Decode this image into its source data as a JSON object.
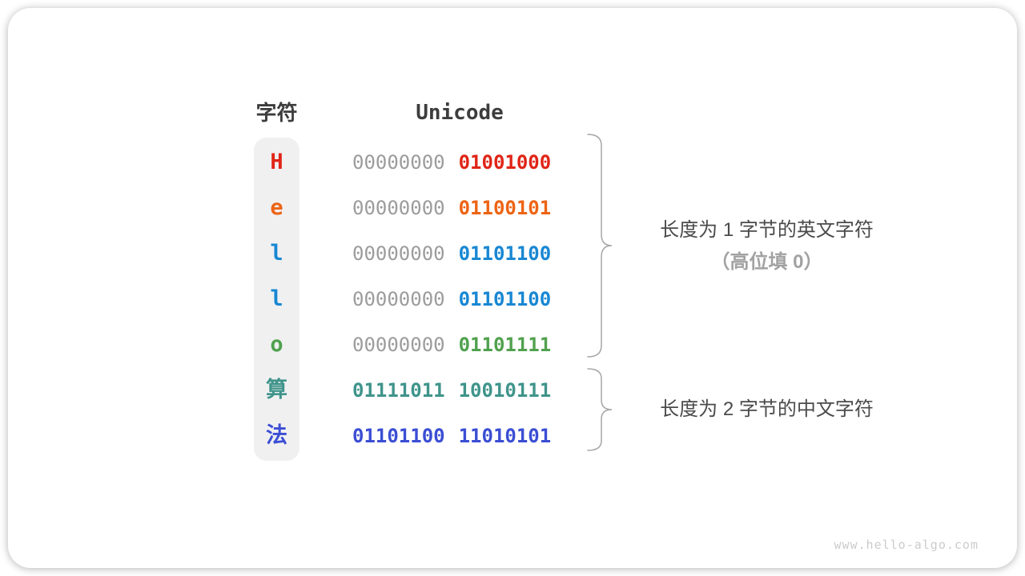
{
  "headers": {
    "char": "字符",
    "unicode": "Unicode"
  },
  "rows": [
    {
      "char": "H",
      "color": "#e02517",
      "byte1": "00000000",
      "byte1_color": "#9c9c9c",
      "byte2": "01001000",
      "byte2_color": "#e02517"
    },
    {
      "char": "e",
      "color": "#ed6414",
      "byte1": "00000000",
      "byte1_color": "#9c9c9c",
      "byte2": "01100101",
      "byte2_color": "#ed6414"
    },
    {
      "char": "l",
      "color": "#1887d3",
      "byte1": "00000000",
      "byte1_color": "#9c9c9c",
      "byte2": "01101100",
      "byte2_color": "#1887d3"
    },
    {
      "char": "l",
      "color": "#1887d3",
      "byte1": "00000000",
      "byte1_color": "#9c9c9c",
      "byte2": "01101100",
      "byte2_color": "#1887d3"
    },
    {
      "char": "o",
      "color": "#50a14e",
      "byte1": "00000000",
      "byte1_color": "#9c9c9c",
      "byte2": "01101111",
      "byte2_color": "#50a14e"
    },
    {
      "char": "算",
      "color": "#3f948b",
      "byte1": "01111011",
      "byte1_color": "#3f948b",
      "byte2": "10010111",
      "byte2_color": "#3f948b"
    },
    {
      "char": "法",
      "color": "#3b4ed4",
      "byte1": "01101100",
      "byte1_color": "#3b4ed4",
      "byte2": "11010101",
      "byte2_color": "#3b4ed4"
    }
  ],
  "annotations": {
    "group1_line1": "长度为 1 字节的英文字符",
    "group1_line2": "（高位填 0）",
    "group2": "长度为 2 字节的中文字符"
  },
  "colors": {
    "header_text": "#3d3d3d",
    "gray_byte": "#9c9c9c",
    "chip_background": "#f0f0f1",
    "brace": "#a6a6a6",
    "annotation_text": "#4a4a4a",
    "annotation_sub_text": "#a2a2a2",
    "watermark_text": "#cbcbcb"
  },
  "footer": {
    "watermark": "www.hello-algo.com"
  }
}
